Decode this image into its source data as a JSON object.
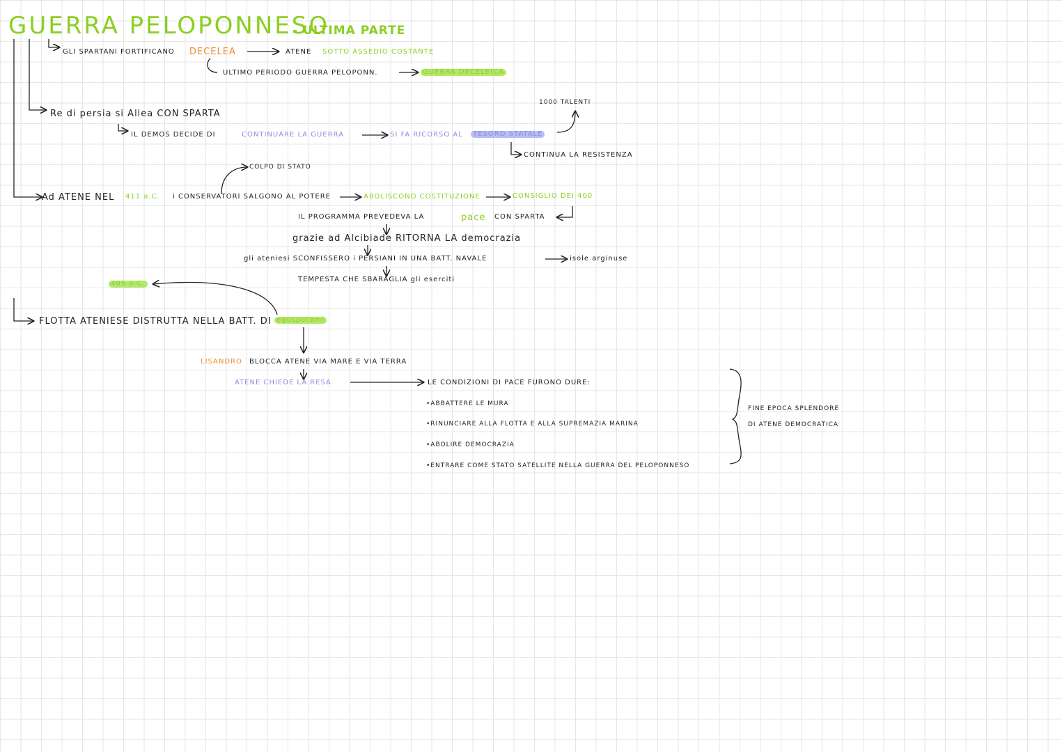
{
  "title": "GUERRA PELOPONNESO",
  "subtitle": "- ULTIMA PARTE",
  "block1": {
    "line1_a": "GLI SPARTANI FORTIFICANO",
    "line1_b": "DECELEA",
    "line1_c": "ATENE",
    "line1_d": "SOTTO ASSEDIO COSTANTE",
    "line2_a": "ULTIMO PERIODO GUERRA PELOPONN.",
    "line2_b": "GUERRA DECELEICA"
  },
  "block2": {
    "talenti": "1000 TALENTI",
    "line1": "Re di persia si Allea CON SPARTA",
    "line2_a": "IL DEMOS DECIDE DI",
    "line2_b": "CONTINUARE LA GUERRA",
    "line2_c": "SI FA RICORSO AL",
    "line2_d": "TESORO STATALE",
    "line3": "CONTINUA LA RESISTENZA"
  },
  "block3": {
    "colpo": "COLPO DI STATO",
    "line1_a": "Ad ATENE NEL",
    "line1_b": "411 a.C.",
    "line1_c": "i CONSERVATORI SALGONO AL POTERE",
    "line1_d": "ABOLISCONO COSTITUZIONE",
    "line1_e": "CONSIGLIO DEI 400",
    "line2_a": "IL PROGRAMMA PREVEDEVA LA",
    "line2_b": "pace",
    "line2_c": "CON SPARTA",
    "line3": "grazie ad Alcibiade RITORNA LA democrazia",
    "line4": "gli ateniesi SCONFISSERO i PERSIANI IN UNA BATT. NAVALE",
    "line4_b": "isole arginuse",
    "line5": "TEMPESTA CHE SBARAGLIA gli eserciti"
  },
  "block4": {
    "year": "405 a.C.",
    "line1_a": "FLOTTA ATENIESE DISTRUTTA NELLA BATT. DI",
    "line1_b": "egospotami",
    "line2_a": "LISANDRO",
    "line2_b": "BLOCCA ATENE VIA MARE E VIA TERRA",
    "line3": "ATENE CHIEDE LA RESA",
    "conditions_title": "LE CONDIZIONI DI PACE FURONO DURE:",
    "conditions": [
      "•ABBATTERE LE MURA",
      "•RINUNCIARE ALLA FLOTTA E ALLA SUPREMAZIA MARINA",
      "•ABOLIRE DEMOCRAZIA",
      "•ENTRARE COME STATO SATELLITE NELLA GUERRA DEL PELOPONNESO"
    ],
    "conclusion_1": "FINE EPOCA SPLENDORE",
    "conclusion_2": "DI ATENE DEMOCRATICA"
  },
  "colors": {
    "green": "#8ccf22",
    "orange": "#f28a2e",
    "purple": "#8a8de0",
    "ink": "#222222"
  }
}
